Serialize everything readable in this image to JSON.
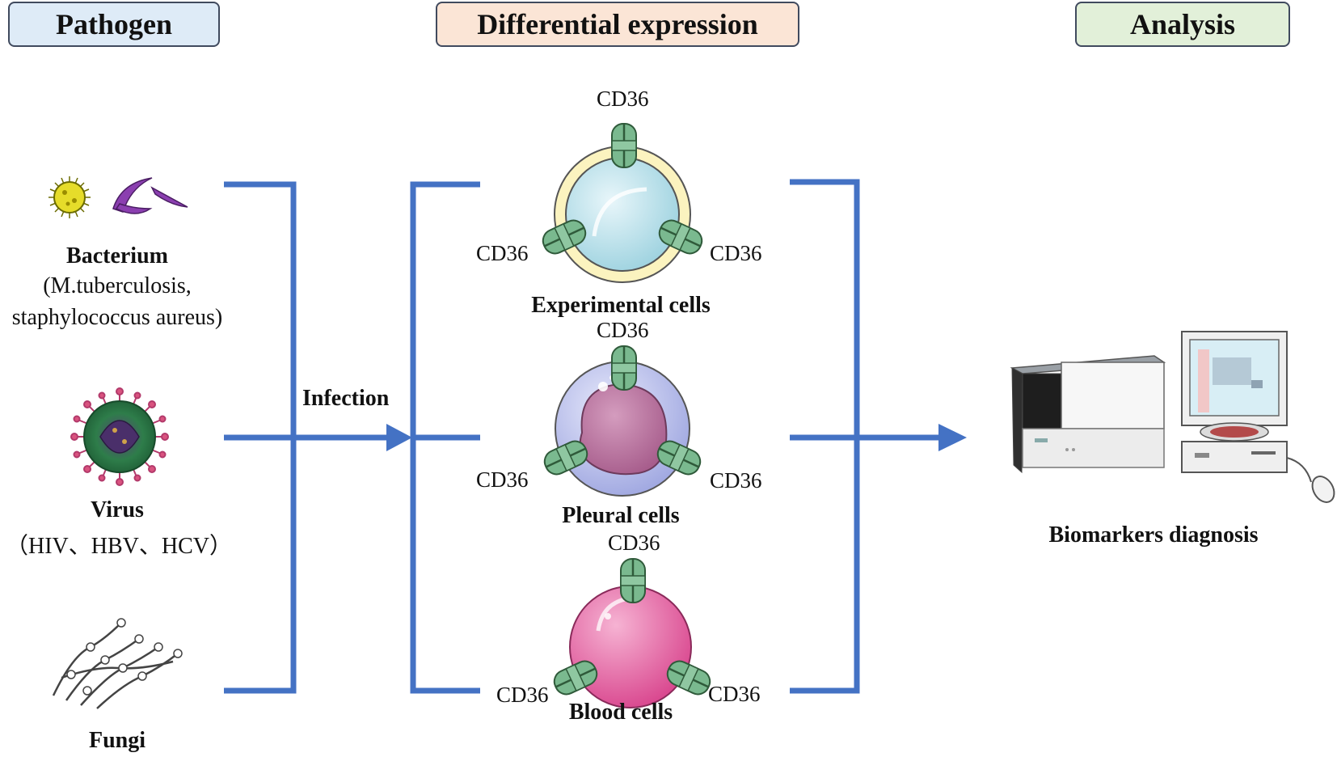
{
  "headers": {
    "pathogen": "Pathogen",
    "differential": "Differential expression",
    "analysis": "Analysis"
  },
  "pathogens": {
    "bacterium": {
      "name": "Bacterium",
      "line1": "(M.tuberculosis,",
      "line2": "staphylococcus aureus)"
    },
    "virus": {
      "name": "Virus",
      "detail": "（HIV、HBV、HCV）"
    },
    "fungi": {
      "name": "Fungi"
    }
  },
  "infection_label": "Infection",
  "receptor_label": "CD36",
  "cells": {
    "experimental": "Experimental cells",
    "pleural": "Pleural cells",
    "blood": "Blood cells"
  },
  "analysis_label": "Biomarkers diagnosis",
  "colors": {
    "bracket": "#4472c4",
    "pathogen_header": "#deebf7",
    "differential_header": "#fbe5d6",
    "analysis_header": "#e2f0d9",
    "receptor": "#7ab98f"
  }
}
